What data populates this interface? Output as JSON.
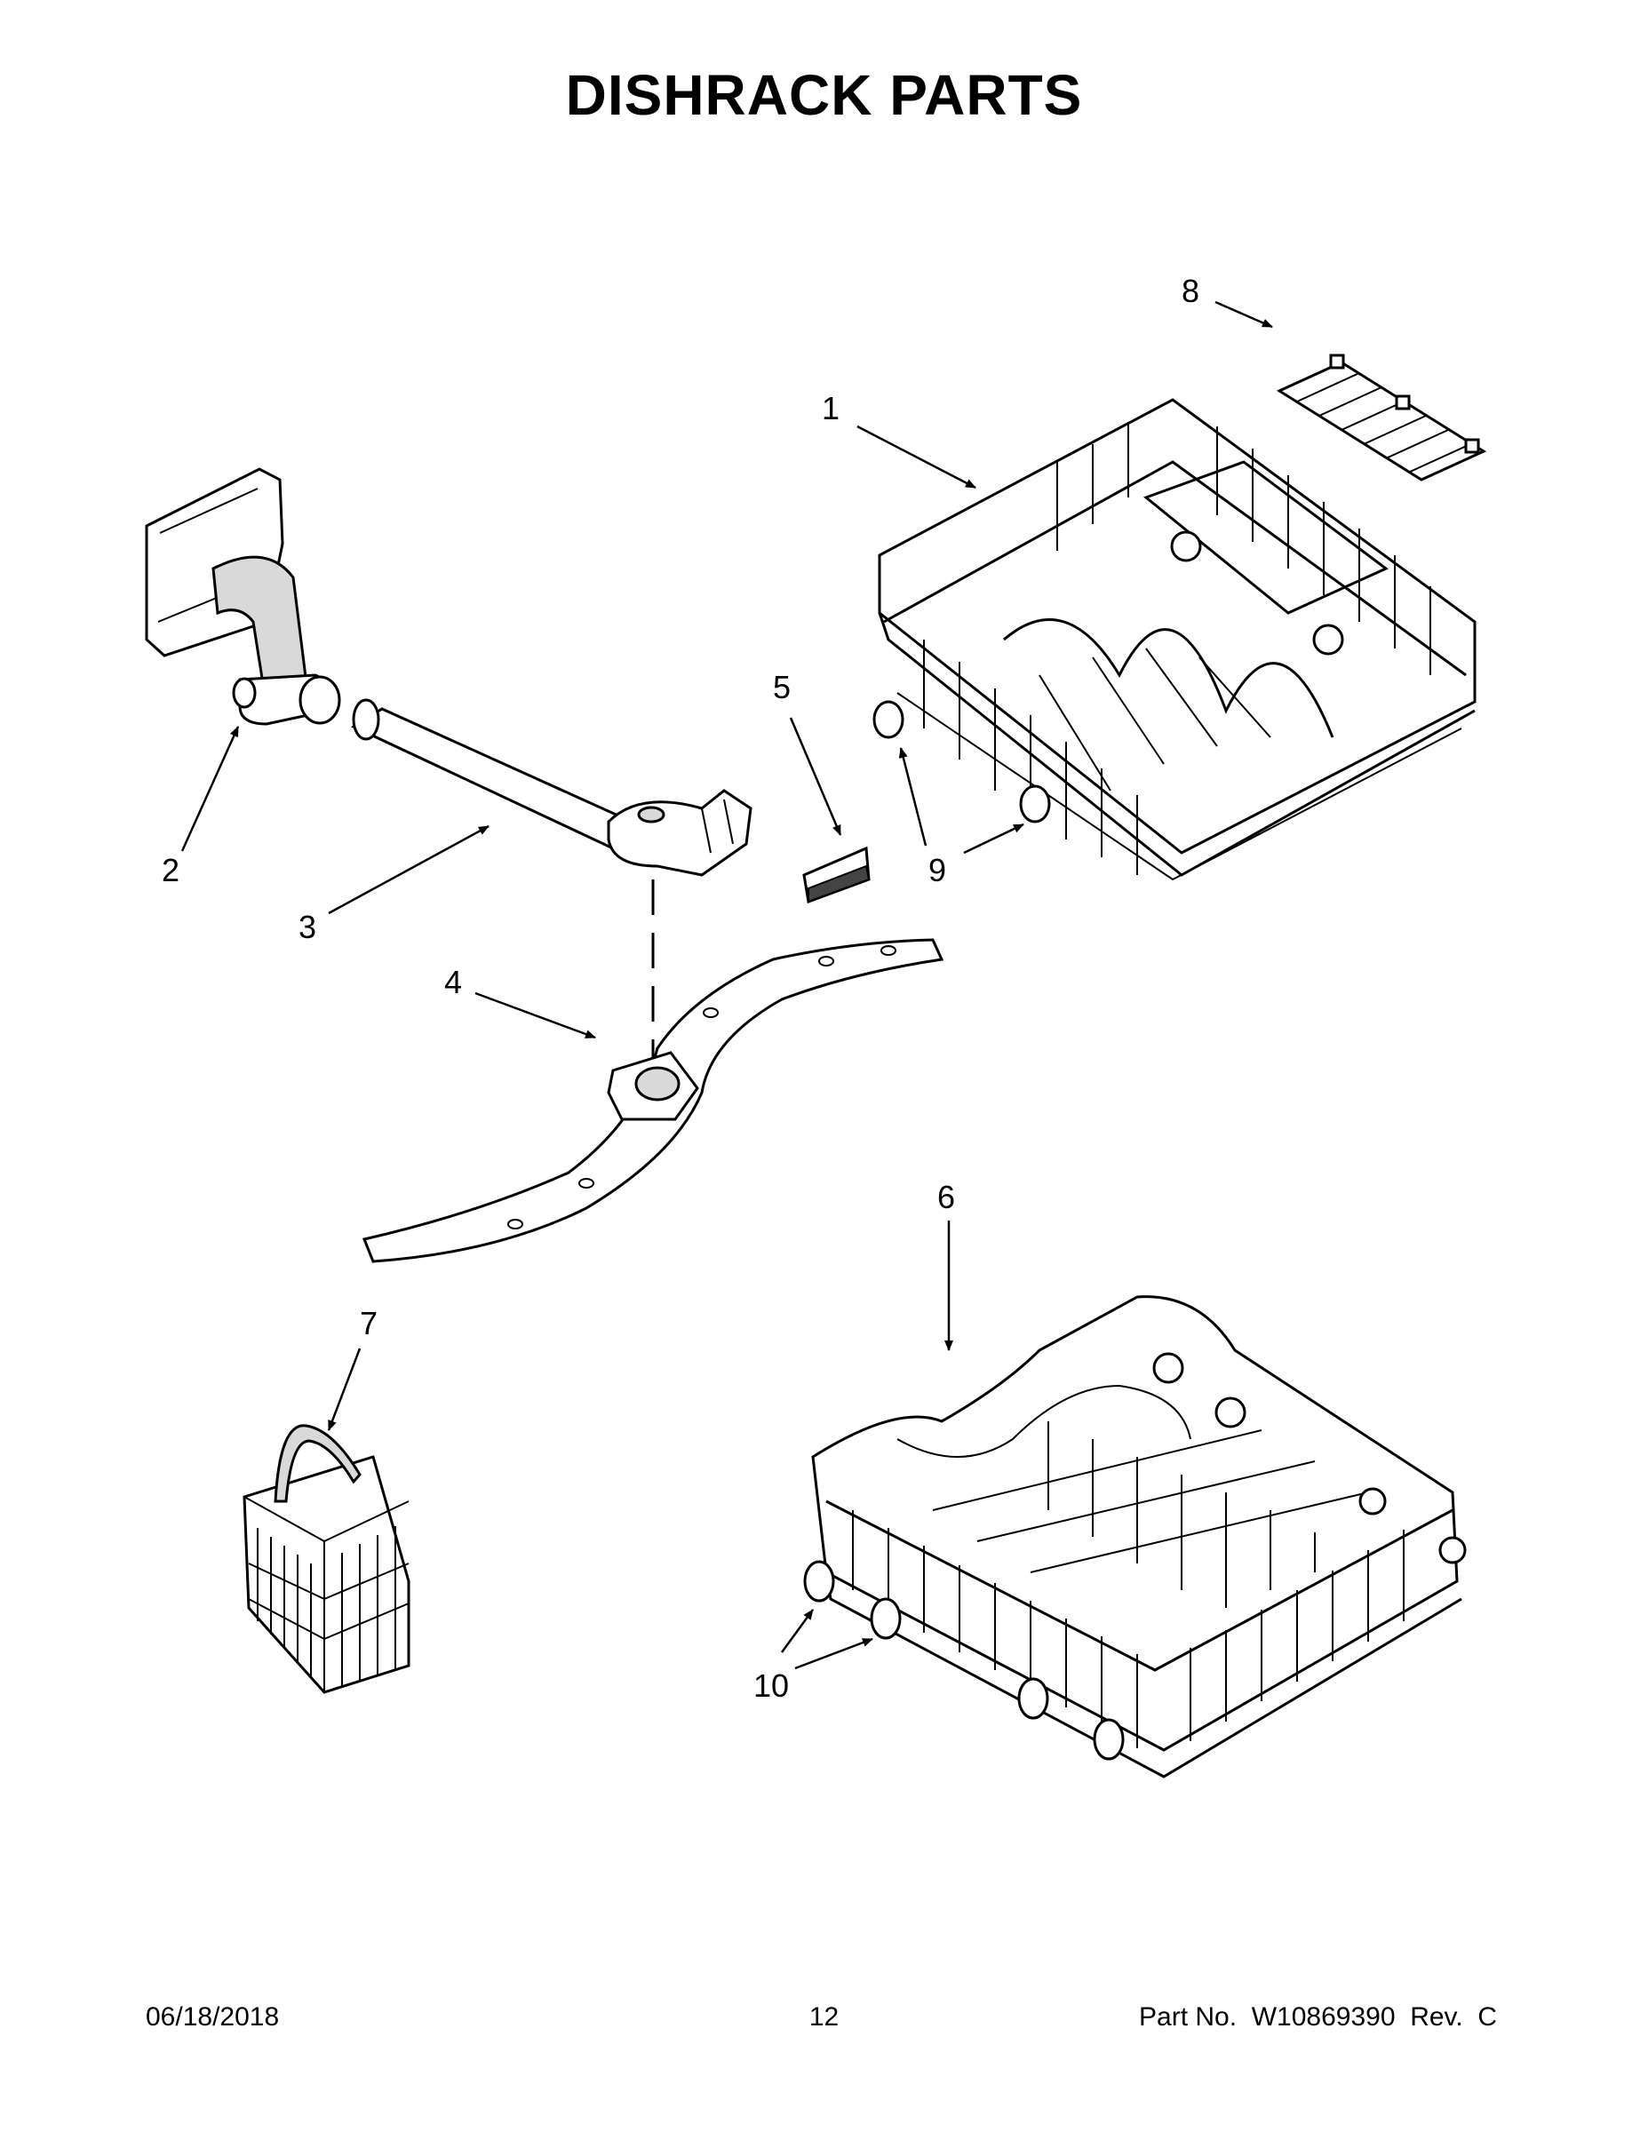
{
  "title": "DISHRACK PARTS",
  "callouts": [
    {
      "id": "1",
      "label": "1"
    },
    {
      "id": "2",
      "label": "2"
    },
    {
      "id": "3",
      "label": "3"
    },
    {
      "id": "4",
      "label": "4"
    },
    {
      "id": "5",
      "label": "5"
    },
    {
      "id": "6",
      "label": "6"
    },
    {
      "id": "7",
      "label": "7"
    },
    {
      "id": "8",
      "label": "8"
    },
    {
      "id": "9",
      "label": "9"
    },
    {
      "id": "10",
      "label": "10"
    }
  ],
  "footer": {
    "date": "06/18/2018",
    "page": "12",
    "part_no": "Part No.  W10869390  Rev.  C"
  }
}
